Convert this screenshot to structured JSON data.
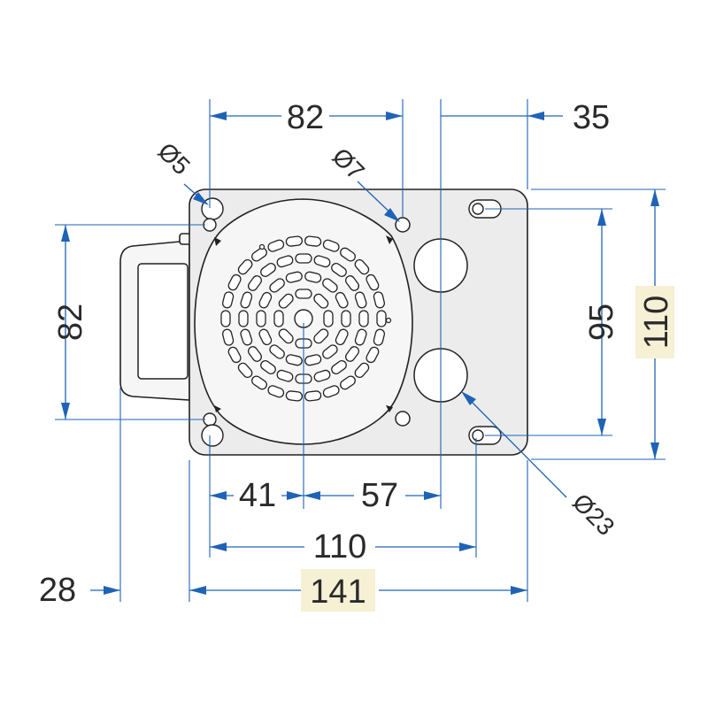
{
  "dimensions": {
    "top_width": "82",
    "top_right": "35",
    "dia_small": "Ø5",
    "dia_mid": "Ø7",
    "left_height": "82",
    "right_inner_height": "95",
    "right_outer_height": "110",
    "bottom_41": "41",
    "bottom_57": "57",
    "bottom_110": "110",
    "bottom_28": "28",
    "bottom_141": "141",
    "dia_large": "Ø23"
  },
  "colors": {
    "dimension_line": "#1e63b6",
    "highlight": "#f6f0d4",
    "outline": "#222222"
  }
}
